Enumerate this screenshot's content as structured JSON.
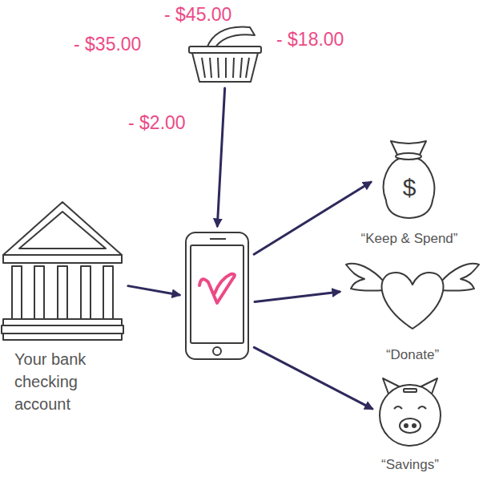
{
  "diagram": {
    "nodes": [
      {
        "text": [
          "- $45.00",
          "- $35.00",
          "- $18.00",
          "- $2.00"
        ]
      },
      {
        "text": [
          "Your bank checking account"
        ]
      },
      {
        "text": []
      },
      {
        "text": [
          "$",
          "“Keep & Spend”"
        ]
      },
      {
        "text": [
          "“Donate”"
        ]
      },
      {
        "text": [
          "“Savings”"
        ]
      }
    ],
    "edges": [
      {
        "from": 0,
        "to": 2,
        "arrow": "to"
      },
      {
        "from": 1,
        "to": 2,
        "arrow": "to"
      },
      {
        "from": 2,
        "to": 3,
        "arrow": "to"
      },
      {
        "from": 2,
        "to": 4,
        "arrow": "to"
      },
      {
        "from": 2,
        "to": 5,
        "arrow": "to"
      }
    ]
  }
}
